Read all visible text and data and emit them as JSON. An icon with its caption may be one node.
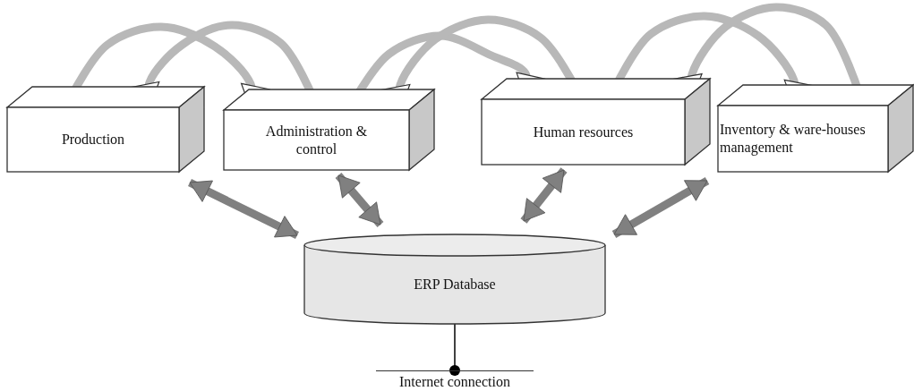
{
  "diagram": {
    "nodes": [
      {
        "text": [
          "Production"
        ]
      },
      {
        "text": [
          "Administration & control"
        ]
      },
      {
        "text": [
          "Human resources"
        ]
      },
      {
        "text": [
          "Inventory & ware-houses management"
        ]
      },
      {
        "text": [
          "ERP Database"
        ]
      },
      {
        "text": [
          "Internet connection"
        ]
      }
    ],
    "edges": [
      {
        "from": 0,
        "to": 1,
        "arrow": "to"
      },
      {
        "from": 1,
        "to": 0,
        "arrow": "to"
      },
      {
        "from": 1,
        "to": 2,
        "arrow": "to"
      },
      {
        "from": 2,
        "to": 1,
        "arrow": "to"
      },
      {
        "from": 2,
        "to": 3,
        "arrow": "to"
      },
      {
        "from": 3,
        "to": 2,
        "arrow": "to"
      },
      {
        "from": 0,
        "to": 4,
        "arrow": "both",
        "color": "#808080"
      },
      {
        "from": 1,
        "to": 4,
        "arrow": "both",
        "color": "#808080"
      },
      {
        "from": 2,
        "to": 4,
        "arrow": "both",
        "color": "#808080"
      },
      {
        "from": 3,
        "to": 4,
        "arrow": "both",
        "color": "#808080"
      },
      {
        "from": 4,
        "to": 5,
        "arrow": "other",
        "color": "#000000"
      }
    ]
  }
}
